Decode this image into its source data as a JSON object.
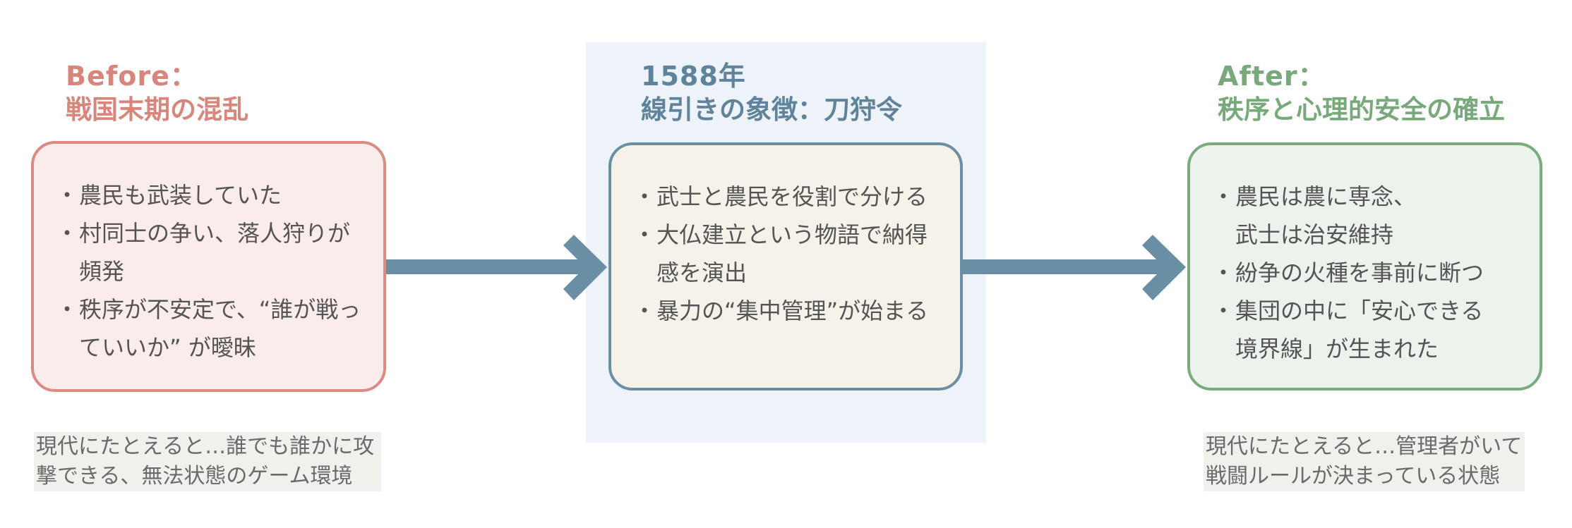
{
  "bullet": "・",
  "sections": {
    "before": {
      "title_line1": "Before：",
      "title_line2": "戦国末期の混乱",
      "items": [
        {
          "lines": [
            "農民も武装していた"
          ]
        },
        {
          "lines": [
            "村同士の争い、落人狩りが",
            "頻発"
          ]
        },
        {
          "lines": [
            "秩序が不安定で、“誰が戦っ",
            "ていいか” が曖昧"
          ]
        }
      ],
      "caption_lines": [
        "現代にたとえると…誰でも誰かに攻",
        "撃できる、無法状態のゲーム環境"
      ]
    },
    "turning_point": {
      "title_line1": "1588年",
      "title_line2": "線引きの象徴：刀狩令",
      "items": [
        {
          "lines": [
            "武士と農民を役割で分ける"
          ]
        },
        {
          "lines": [
            "大仏建立という物語で納得",
            "感を演出"
          ]
        },
        {
          "lines": [
            "暴力の“集中管理”が始まる"
          ]
        }
      ]
    },
    "after": {
      "title_line1": "After：",
      "title_line2": "秩序と心理的安全の確立",
      "items": [
        {
          "lines": [
            "農民は農に専念、",
            "武士は治安維持"
          ]
        },
        {
          "lines": [
            "紛争の火種を事前に断つ"
          ]
        },
        {
          "lines": [
            "集団の中に「安心できる",
            "境界線」が生まれた"
          ]
        }
      ],
      "caption_lines": [
        "現代にたとえると…管理者がいて",
        "戦闘ルールが決まっている状態"
      ]
    }
  },
  "arrows": [
    {
      "icon": "right-arrow-icon",
      "from": "before",
      "to": "turning_point"
    },
    {
      "icon": "right-arrow-icon",
      "from": "turning_point",
      "to": "after"
    }
  ],
  "theme": {
    "before_accent": "#d8867b",
    "before_border": "#db8b81",
    "before_bg": "#faeceb",
    "center_accent": "#5e839b",
    "center_border": "#6a8ea3",
    "center_bg": "#f6f2ea",
    "center_panel_bg": "#eef3f9",
    "after_accent": "#78a97b",
    "after_border": "#7aab7f",
    "after_bg": "#ecf2ec",
    "arrow": "#6a8fa4",
    "body_text": "#545454",
    "caption_text": "#6a6a6a",
    "caption_bg": "#f1f0ec"
  }
}
